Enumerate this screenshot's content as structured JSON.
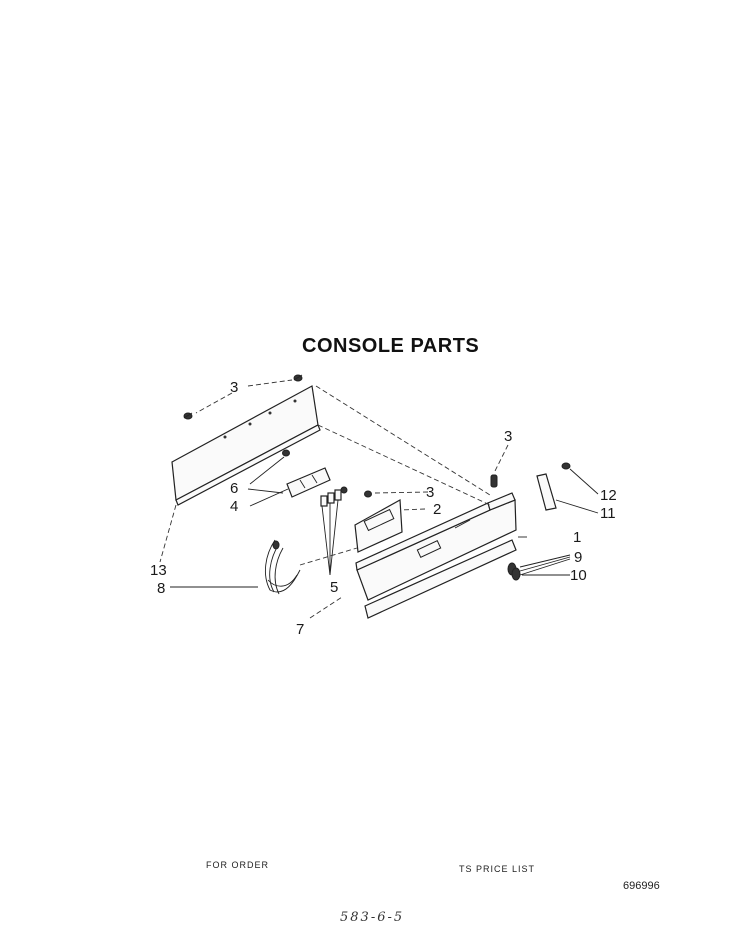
{
  "title": "CONSOLE PARTS",
  "footer": {
    "left_text": "FOR ORDER",
    "right_text": "TS PRICE LIST",
    "doc_number": "696996",
    "handwritten": "583-6-5"
  },
  "callouts": {
    "c3a": "3",
    "c3b": "3",
    "c3c": "3",
    "c6": "6",
    "c4": "4",
    "c5": "5",
    "c2": "2",
    "c1": "1",
    "c9": "9",
    "c10": "10",
    "c12": "12",
    "c11": "11",
    "c13": "13",
    "c8": "8",
    "c7": "7"
  }
}
